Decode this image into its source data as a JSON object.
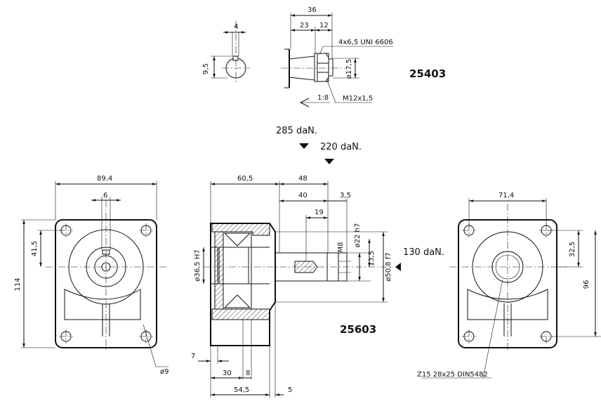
{
  "loads": {
    "radial_285": "285 daN.",
    "radial_220": "220 daN.",
    "axial_130": "130 daN."
  },
  "codes": {
    "upper": "25403",
    "lower": "25603"
  },
  "shaft_detail": {
    "key_width": "4",
    "key_height": "9,5",
    "overall_length": "36",
    "taper_length": "23",
    "nut_length": "12",
    "hole_note": "4x6,5 UNI 6606",
    "diameter": "ø17,5",
    "taper_ratio": "1:8",
    "thread": "M12x1,5"
  },
  "front_left": {
    "width": "89,4",
    "key_width": "6",
    "half_height": "41,5",
    "height": "114",
    "hole": "ø9"
  },
  "side_section": {
    "body_length": "60,5",
    "shaft_length": "48",
    "spline_length": "40",
    "tip_length": "3,5",
    "thread_depth": "19",
    "bore": "ø36,5 H7",
    "shaft_dia": "ø22 h7",
    "thread": "M8",
    "spline_depth": "13,5",
    "pilot": "ø50,8 f7",
    "flange_offset": "7",
    "dim_30": "30",
    "dim_8": "8",
    "dim_54_5": "54,5",
    "dim_5": "5"
  },
  "front_right": {
    "width": "71,4",
    "half_height": "32,5",
    "height": "96",
    "spline_note": "Z15  28x25  DIN5482"
  }
}
